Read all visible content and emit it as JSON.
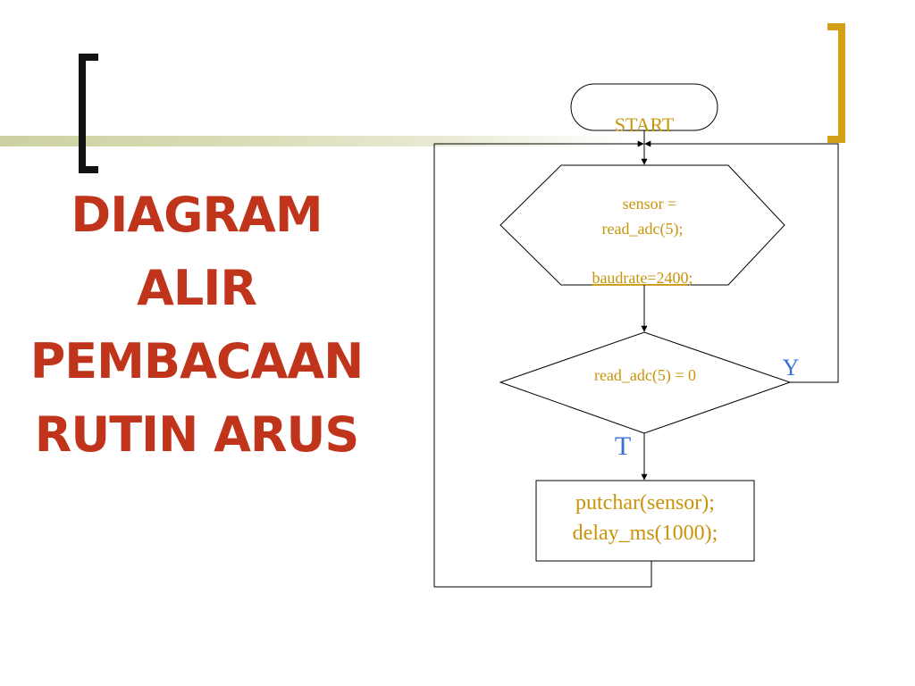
{
  "slide": {
    "title_lines": [
      "DIAGRAM",
      "ALIR",
      "PEMBACAAN",
      "RUTIN ARUS"
    ]
  },
  "flowchart": {
    "start": "START",
    "process1": {
      "line1": "sensor =",
      "line2": "read_adc(5);",
      "line3": "baudrate=2400;"
    },
    "decision": "read_adc(5) = 0",
    "yes_label": "Y",
    "no_label": "T",
    "output": {
      "line1": "putchar(sensor);",
      "line2": "delay_ms(1000);"
    }
  },
  "colors": {
    "title": "#c0341c",
    "flow_text": "#c8940a",
    "branch_label": "#3a6fd8",
    "right_bracket": "#d4a017"
  }
}
